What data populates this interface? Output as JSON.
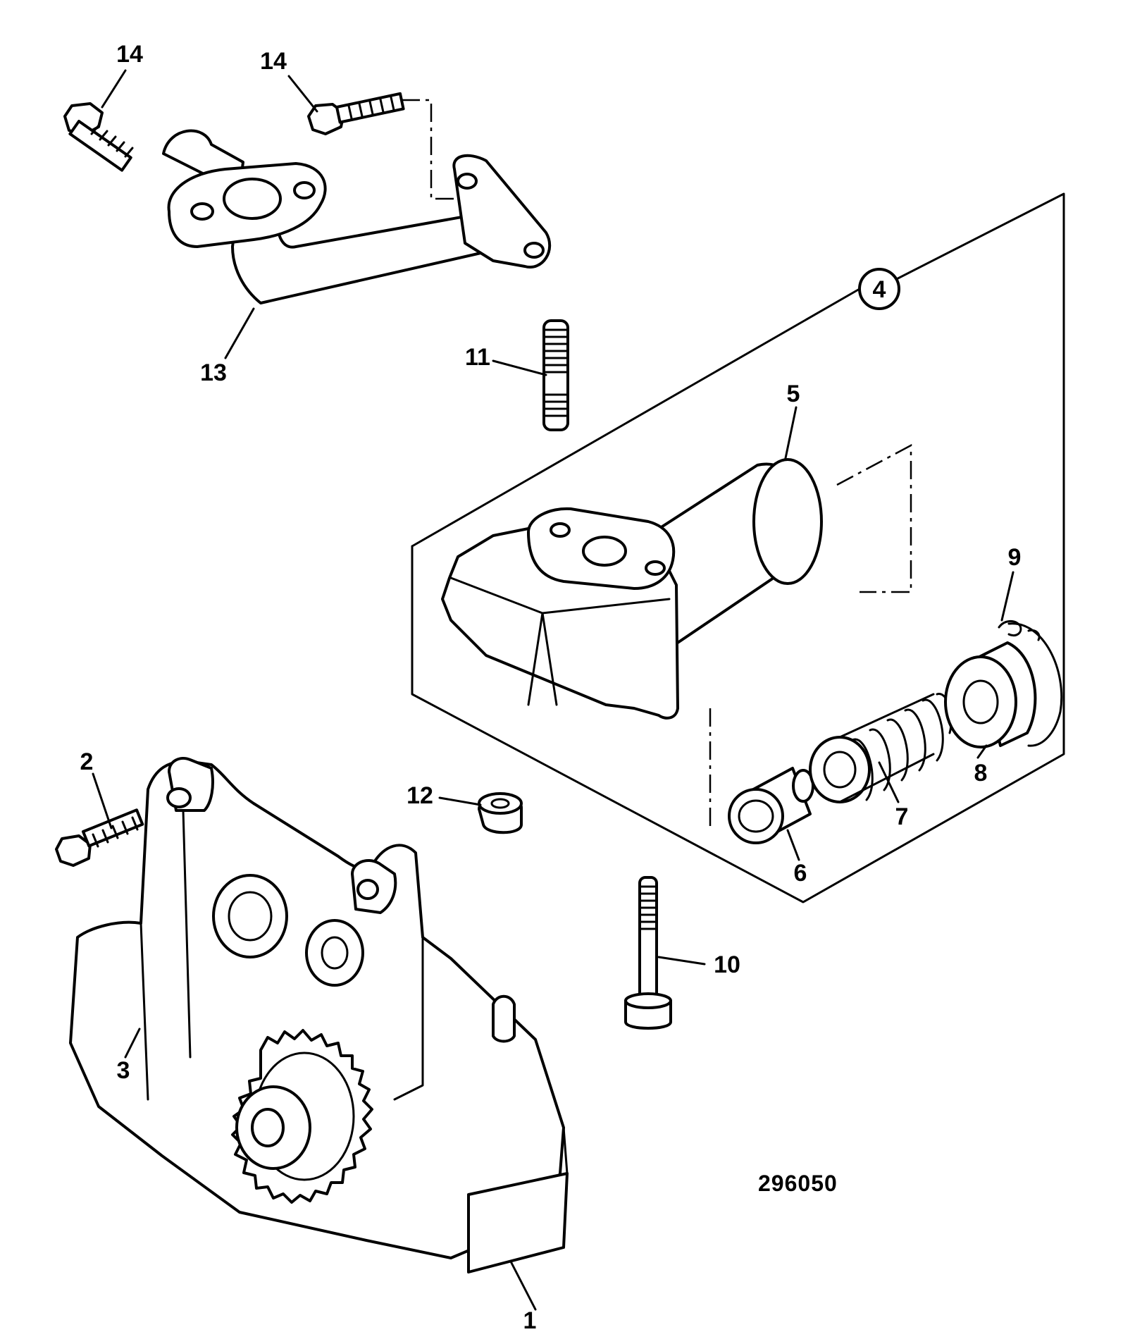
{
  "callouts": {
    "c1": "1",
    "c2": "2",
    "c3": "3",
    "c4": "4",
    "c5": "5",
    "c6": "6",
    "c7": "7",
    "c8": "8",
    "c9": "9",
    "c10": "10",
    "c11": "11",
    "c12": "12",
    "c13": "13",
    "c14a": "14",
    "c14b": "14"
  },
  "figure_code": "296050"
}
